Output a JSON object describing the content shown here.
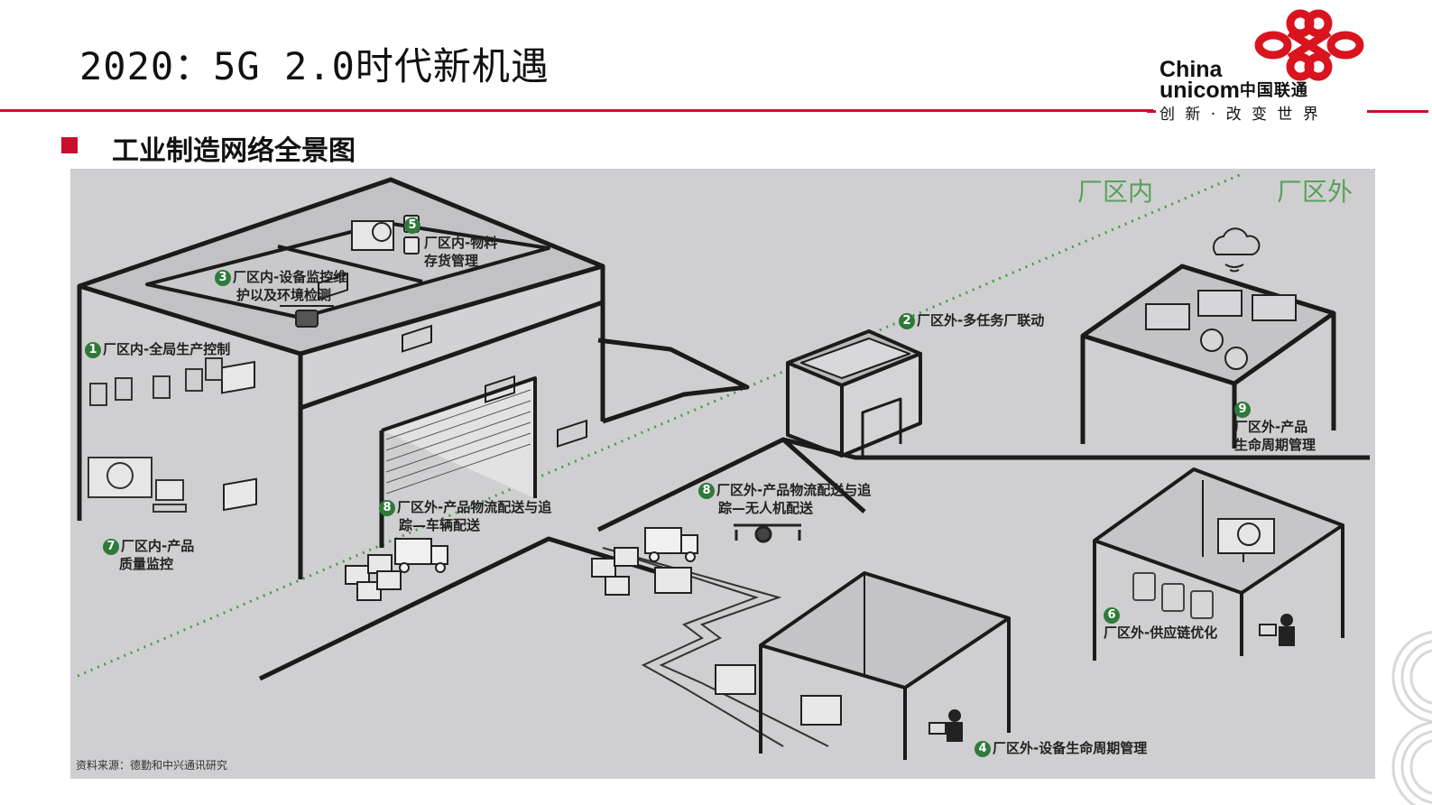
{
  "header": {
    "title": "2020：5G 2.0时代新机遇",
    "accent_color": "#c8102e"
  },
  "logo": {
    "name_en_1": "China",
    "name_en_2": "unicom",
    "name_cn": "中国联通",
    "slogan": "创 新 · 改 变 世 界",
    "icon": "china-knot-icon"
  },
  "section": {
    "title": "工业制造网络全景图"
  },
  "diagram": {
    "zones": {
      "inside": "厂区内",
      "outside": "厂区外"
    },
    "labels": [
      {
        "num": "1",
        "text": "厂区内-全局生产控制"
      },
      {
        "num": "2",
        "text": "厂区外-多任务厂联动"
      },
      {
        "num": "3",
        "line1": "厂区内-设备监控维",
        "line2": "护以及环境检测"
      },
      {
        "num": "4",
        "text": "厂区外-设备生命周期管理"
      },
      {
        "num": "5",
        "line1": "厂区内-物料",
        "line2": "存货管理"
      },
      {
        "num": "6",
        "text": "厂区外-供应链优化"
      },
      {
        "num": "7",
        "line1": "厂区内-产品",
        "line2": "质量监控"
      },
      {
        "num": "8",
        "line1": "厂区外-产品物流配送与追",
        "line2": "踪—车辆配送"
      },
      {
        "num": "8",
        "line1": "厂区外-产品物流配送与追",
        "line2": "踪—无人机配送"
      },
      {
        "num": "9",
        "line1": "厂区外-产品",
        "line2": "生命周期管理"
      }
    ],
    "source": "资料来源：德勤和中兴通讯研究",
    "zone_color": "#5aa05a",
    "number_color": "#2f7a3a"
  }
}
